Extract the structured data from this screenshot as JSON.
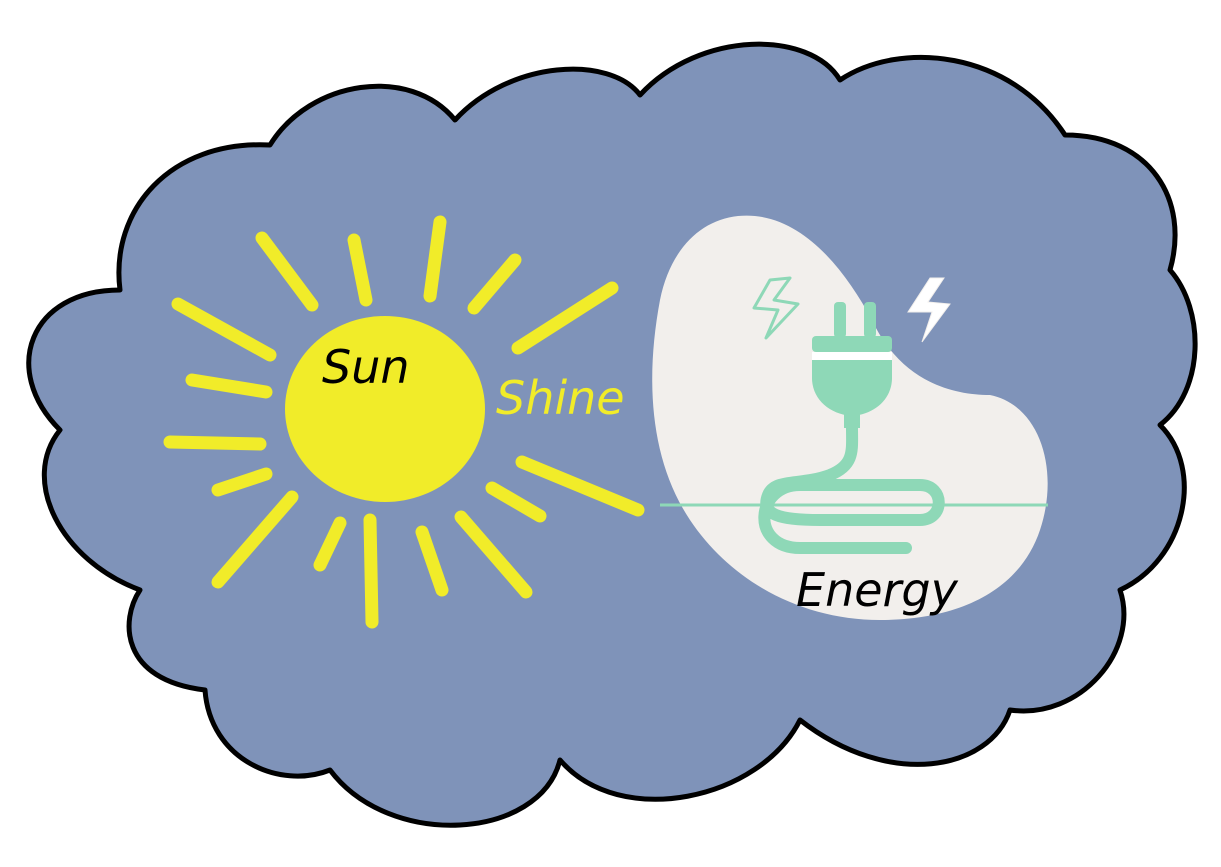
{
  "labels": {
    "sun": "Sun",
    "shine": "Shine",
    "energy": "Energy"
  },
  "icons": {
    "cloud": "cloud-icon",
    "sun": "sun-icon",
    "plug": "plug-icon",
    "lightning": "lightning-icon"
  },
  "colors": {
    "cloud_fill": "#7f93b9",
    "outline": "#000000",
    "sun_yellow": "#f1ec29",
    "blob_fill": "#f2efec",
    "plug_green": "#8ed8b7",
    "plug_stroke": "#6cc79e"
  }
}
